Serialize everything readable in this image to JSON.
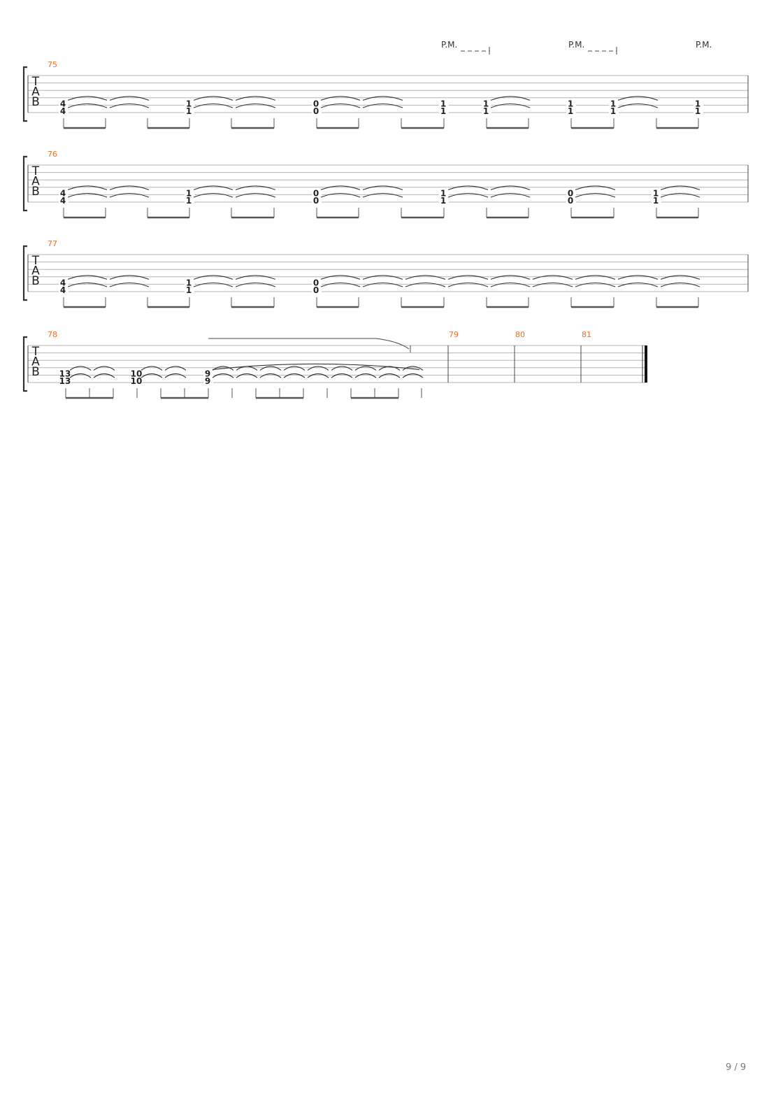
{
  "palm_mute_label": "P.M.",
  "page_number": "9 / 9",
  "clef_letters": [
    "T",
    "A",
    "B"
  ],
  "colors": {
    "measure_number": "#e8702a",
    "staff_line": "#b5b5b5",
    "ink": "#222222",
    "beam": "#555555"
  },
  "measures": [
    {
      "number": "75",
      "notes": [
        {
          "fret": "4"
        },
        {
          "fret": ""
        },
        {
          "fret": ""
        },
        {
          "fret": "1"
        },
        {
          "fret": ""
        },
        {
          "fret": ""
        },
        {
          "fret": "0"
        },
        {
          "fret": ""
        },
        {
          "fret": ""
        },
        {
          "fret": "1"
        },
        {
          "fret": "1"
        },
        {
          "fret": ""
        },
        {
          "fret": "1"
        },
        {
          "fret": "1"
        },
        {
          "fret": ""
        },
        {
          "fret": "1"
        }
      ]
    },
    {
      "number": "76",
      "notes": [
        {
          "fret": "4"
        },
        {
          "fret": ""
        },
        {
          "fret": ""
        },
        {
          "fret": "1"
        },
        {
          "fret": ""
        },
        {
          "fret": ""
        },
        {
          "fret": "0"
        },
        {
          "fret": ""
        },
        {
          "fret": ""
        },
        {
          "fret": "1"
        },
        {
          "fret": ""
        },
        {
          "fret": ""
        },
        {
          "fret": "0"
        },
        {
          "fret": ""
        },
        {
          "fret": "1"
        },
        {
          "fret": ""
        }
      ]
    },
    {
      "number": "77",
      "notes": [
        {
          "fret": "4"
        },
        {
          "fret": ""
        },
        {
          "fret": ""
        },
        {
          "fret": "1"
        },
        {
          "fret": ""
        },
        {
          "fret": ""
        },
        {
          "fret": "0"
        },
        {
          "fret": ""
        },
        {
          "fret": ""
        },
        {
          "fret": ""
        },
        {
          "fret": ""
        },
        {
          "fret": ""
        },
        {
          "fret": ""
        },
        {
          "fret": ""
        },
        {
          "fret": ""
        },
        {
          "fret": ""
        }
      ]
    },
    {
      "number": "78",
      "notes": [
        {
          "fret": "13"
        },
        {
          "fret": ""
        },
        {
          "fret": ""
        },
        {
          "fret": "10"
        },
        {
          "fret": ""
        },
        {
          "fret": ""
        },
        {
          "fret": "9"
        },
        {
          "fret": ""
        },
        {
          "fret": ""
        },
        {
          "fret": ""
        },
        {
          "fret": ""
        },
        {
          "fret": ""
        },
        {
          "fret": ""
        },
        {
          "fret": ""
        },
        {
          "fret": ""
        },
        {
          "fret": ""
        }
      ]
    },
    {
      "number": "79",
      "notes": []
    },
    {
      "number": "80",
      "notes": []
    },
    {
      "number": "81",
      "notes": []
    }
  ]
}
